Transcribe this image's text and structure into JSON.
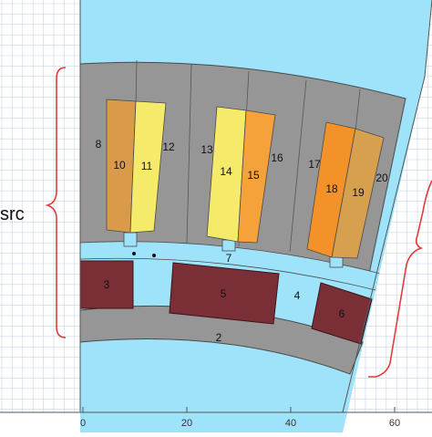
{
  "colors": {
    "grid_line": "#c8d4e2",
    "axis": "#555555",
    "sky": "#9fe3fb",
    "steel": "#969696",
    "steel_edge": "#4a4a4a",
    "magnet": "#7a2f36",
    "coil_light_yellow": "#f6ea6a",
    "coil_tan": "#d99a4a",
    "coil_orange": "#f5a23a",
    "coil_deep_orange": "#f4922a",
    "coil_khaki": "#d6a04e",
    "bracket": "#e23b3b"
  },
  "side_label": "src",
  "x_axis": {
    "ticks": [
      "0",
      "20",
      "40",
      "60"
    ]
  },
  "regions": {
    "r2": "2",
    "r3": "3",
    "r4": "4",
    "r5": "5",
    "r6": "6",
    "r7": "7",
    "r8": "8",
    "r10": "10",
    "r11": "11",
    "r12": "12",
    "r13": "13",
    "r14": "14",
    "r15": "15",
    "r16": "16",
    "r17": "17",
    "r18": "18",
    "r19": "19",
    "r20": "20"
  }
}
